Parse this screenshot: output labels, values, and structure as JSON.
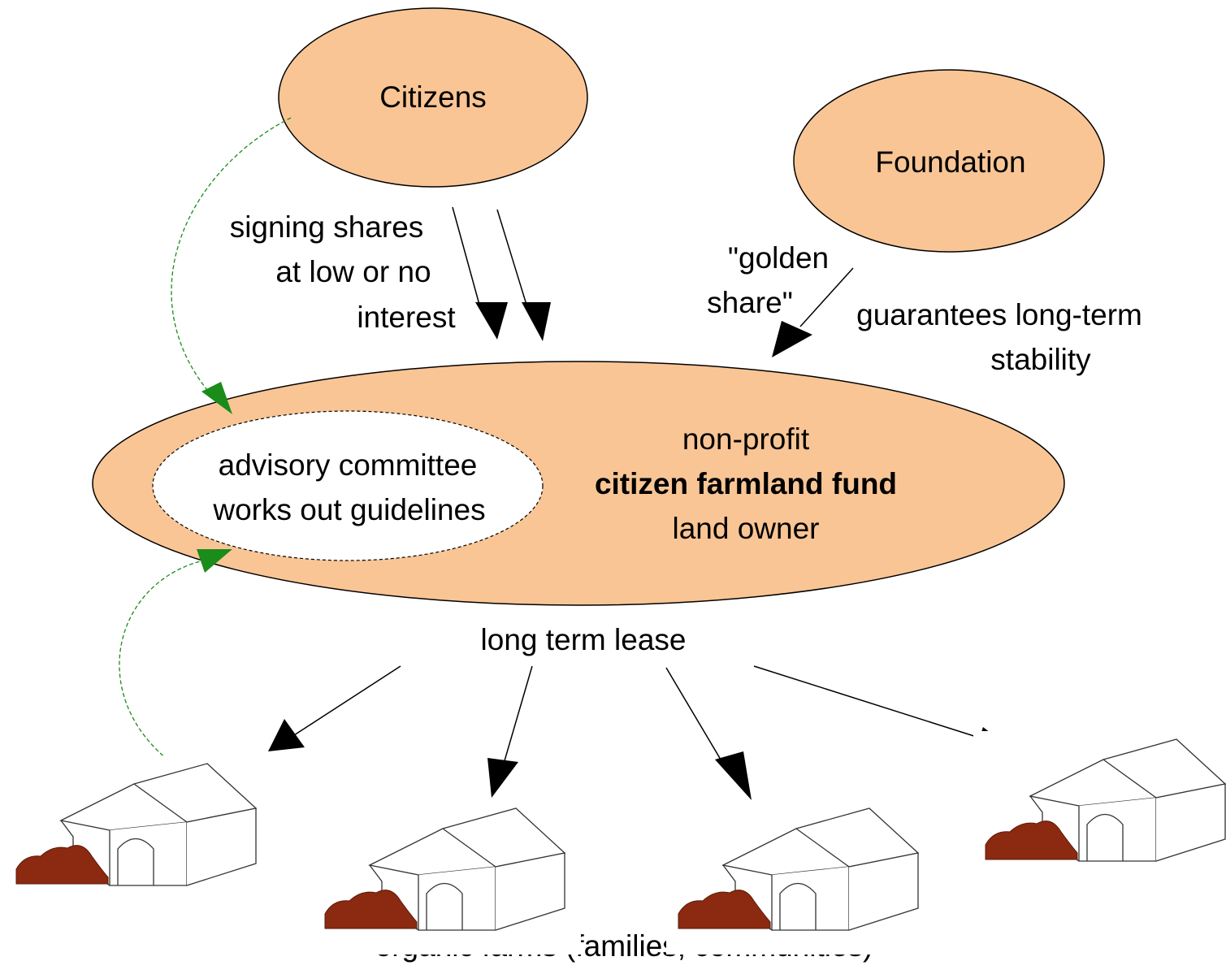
{
  "nodes": {
    "citizens": "Citizens",
    "foundation": "Foundation",
    "fund": {
      "line1": "non-profit",
      "line2": "citizen farmland fund",
      "line3": "land owner"
    },
    "advisory": {
      "line1": "advisory committee",
      "line2": "works out guidelines"
    }
  },
  "labels": {
    "shares": [
      "signing shares",
      "at low or no",
      "interest"
    ],
    "golden": [
      "\"golden",
      "share\""
    ],
    "stability": [
      "guarantees long-term",
      "stability"
    ],
    "lease": "long term lease",
    "farms": "organic farms (families, communities)"
  },
  "colors": {
    "ellipse_fill": "#f9c595",
    "feedback_arrow": "#1a8c1a",
    "soil": "#8b2a10"
  }
}
